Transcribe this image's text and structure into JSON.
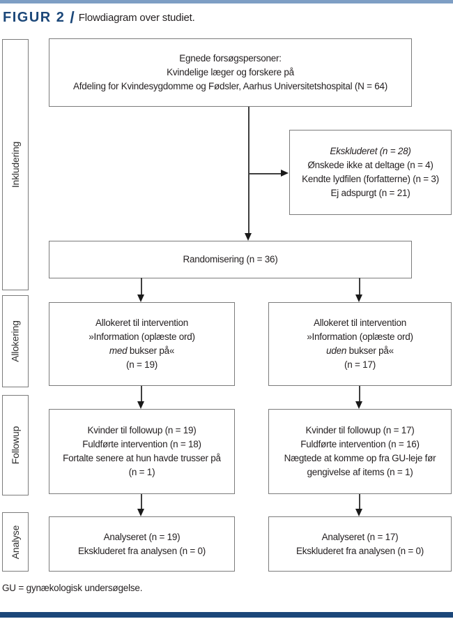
{
  "header": {
    "figure_label": "FIGUR 2",
    "slash": "/",
    "title": "Flowdiagram over studiet."
  },
  "stage_labels": {
    "inkludering": "Inkludering",
    "allokering": "Allokering",
    "followup": "Followup",
    "analyse": "Analyse"
  },
  "boxes": {
    "eligible": {
      "lines": [
        "Egnede forsøgspersoner:",
        "Kvindelige læger og forskere på",
        "Afdeling for Kvindesygdomme og Fødsler, Aarhus Universitetshospital (N = 64)"
      ]
    },
    "excluded": {
      "title": "Ekskluderet (n = 28)",
      "lines": [
        "Ønskede ikke at deltage (n = 4)",
        "Kendte lydfilen (forfatterne) (n = 3)",
        "Ej adspurgt (n = 21)"
      ]
    },
    "randomisation": {
      "label": "Randomisering (n = 36)"
    },
    "allocation_left": {
      "line1": "Allokeret til intervention",
      "line2": "»Information (oplæste ord)",
      "emphasis": "med",
      "line3_rest": " bukser på«",
      "line4": "(n = 19)"
    },
    "allocation_right": {
      "line1": "Allokeret til intervention",
      "line2": "»Information (oplæste ord)",
      "emphasis": "uden",
      "line3_rest": " bukser på«",
      "line4": "(n = 17)"
    },
    "followup_left": {
      "lines": [
        "Kvinder til followup (n = 19)",
        "Fuldførte intervention (n = 18)",
        "Fortalte senere at hun havde trusser på",
        "(n = 1)"
      ]
    },
    "followup_right": {
      "lines": [
        "Kvinder til followup (n = 17)",
        "Fuldførte intervention (n = 16)",
        "Nægtede at komme op fra GU-leje før",
        "gengivelse af items (n = 1)"
      ]
    },
    "analysis_left": {
      "lines": [
        "Analyseret (n = 19)",
        "Ekskluderet fra analysen (n = 0)"
      ]
    },
    "analysis_right": {
      "lines": [
        "Analyseret (n = 17)",
        "Ekskluderet fra analysen (n = 0)"
      ]
    }
  },
  "footnote": "GU = gynækologisk undersøgelse.",
  "colors": {
    "navy": "#1b4779",
    "steel_blue": "#7e9ec4",
    "border_gray": "#7b7b7b",
    "text": "#231f20"
  }
}
